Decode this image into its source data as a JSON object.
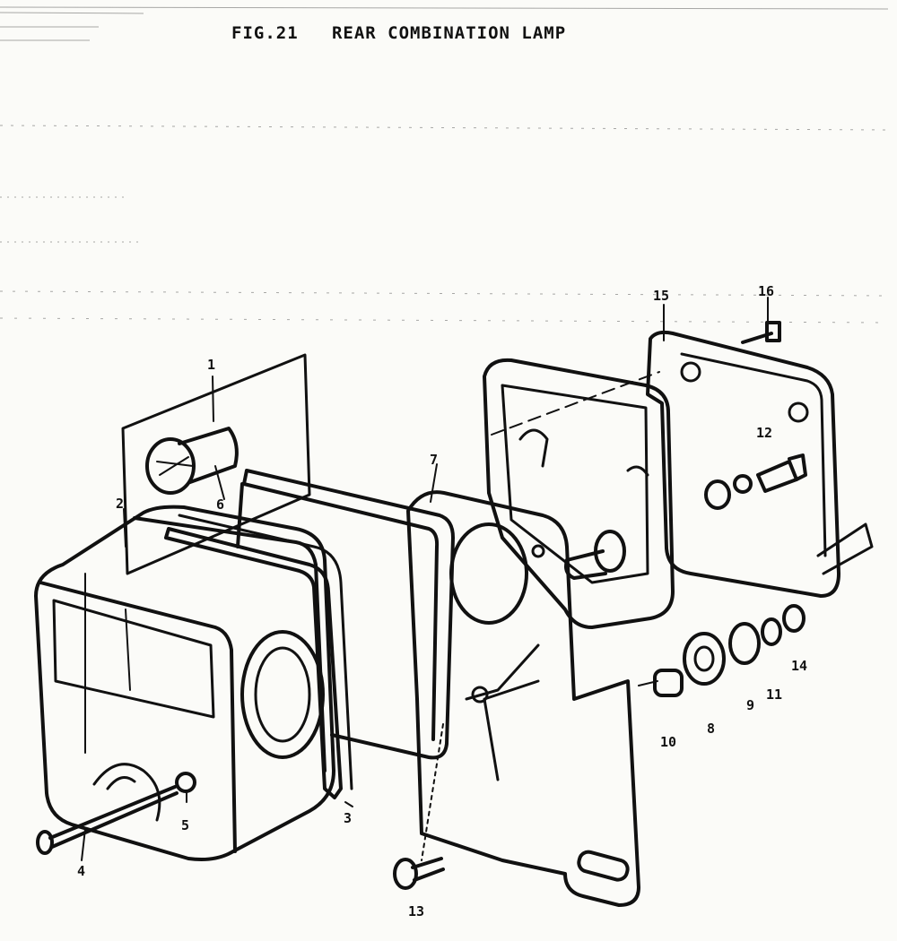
{
  "title": "FIG.21   REAR COMBINATION LAMP",
  "callouts": [
    "1",
    "2",
    "3",
    "4",
    "5",
    "6",
    "7",
    "8",
    "9",
    "10",
    "11",
    "12",
    "13",
    "14",
    "15",
    "16"
  ],
  "colors": {
    "ink": "#111111",
    "paper": "#fbfbf8"
  }
}
